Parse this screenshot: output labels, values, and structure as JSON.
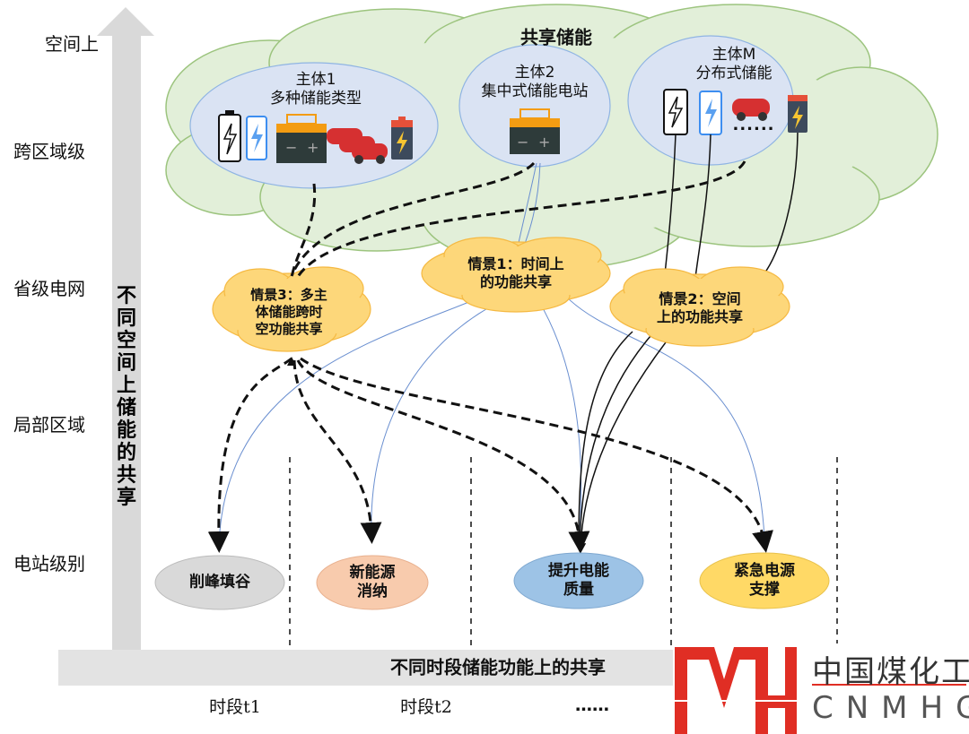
{
  "axes": {
    "vertical_label": "不同空间上储能的共享",
    "horizontal_label": "不同时段储能功能上的共享",
    "spatial_top": "空间上",
    "levels": [
      "跨区域级",
      "省级电网",
      "局部区域",
      "电站级别"
    ],
    "time_periods": [
      "时段t1",
      "时段t2",
      "……"
    ]
  },
  "shared_storage": {
    "title": "共享储能",
    "entities": [
      {
        "name": "主体1",
        "desc": "多种储能类型"
      },
      {
        "name": "主体2",
        "desc": "集中式储能电站"
      },
      {
        "name": "主体M",
        "desc": "分布式储能",
        "ellipsis": "......"
      }
    ]
  },
  "scenarios": [
    {
      "line1": "情景1：时间上",
      "line2": "的功能共享"
    },
    {
      "line1": "情景2：空间",
      "line2": "上的功能共享"
    },
    {
      "line1": "情景3：多主",
      "line2": "体储能跨时",
      "line3": "空功能共享"
    }
  ],
  "functions": [
    {
      "line1": "削峰填谷",
      "line2": "",
      "color": "#d9d9d9"
    },
    {
      "line1": "新能源",
      "line2": "消纳",
      "color": "#f8cbad"
    },
    {
      "line1": "提升电能",
      "line2": "质量",
      "color": "#9dc3e6"
    },
    {
      "line1": "紧急电源",
      "line2": "支撑",
      "color": "#ffd966"
    }
  ],
  "logo": {
    "cn": "中国煤化工",
    "en": "CNMHG"
  }
}
